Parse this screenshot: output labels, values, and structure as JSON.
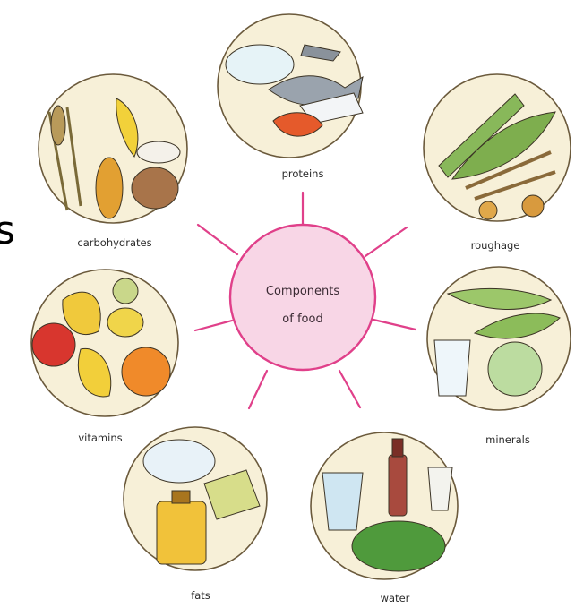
{
  "hub": {
    "line1": "Components",
    "line2": "of food"
  },
  "edge_glyph": "s",
  "components": [
    {
      "label": "proteins"
    },
    {
      "label": "roughage"
    },
    {
      "label": "minerals"
    },
    {
      "label": "water"
    },
    {
      "label": "fats"
    },
    {
      "label": "vitamins"
    },
    {
      "label": "carbohydrates"
    }
  ],
  "colors": {
    "spoke": "#e0408a",
    "hub_fill": "#f8d6e6",
    "plate": "#f7f0d8"
  }
}
